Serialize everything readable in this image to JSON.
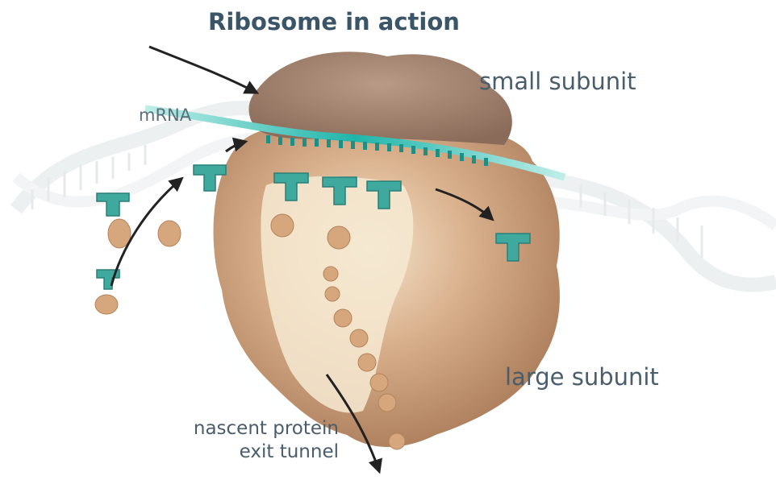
{
  "title": "Ribosome in action",
  "labels": {
    "small_subunit": "small subunit",
    "mrna": "mRNA",
    "large_subunit": "large subunit",
    "exit_line1": "nascent protein",
    "exit_line2": "exit tunnel"
  },
  "colors": {
    "title": "#3b5568",
    "label": "#4a5d6b",
    "ribosome": "#c99a72",
    "trna": "#3fa99e",
    "mrna_strand": "#2ebdb2",
    "amino_acid": "#d6a67c",
    "arrow": "#222222"
  }
}
